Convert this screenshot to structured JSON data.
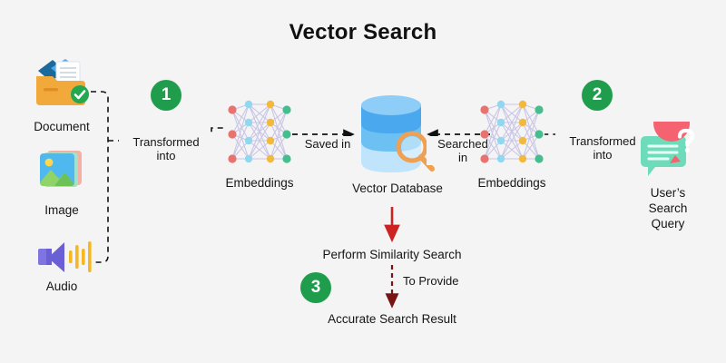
{
  "page": {
    "title": "Vector Search",
    "background_color": "#f4f4f4",
    "accent_green": "#1f9d4d",
    "arrow_red": "#cc2222",
    "arrow_dark_red": "#7a1414"
  },
  "inputs": [
    {
      "id": "document",
      "label": "Document",
      "icon": "document-folder-icon"
    },
    {
      "id": "image",
      "label": "Image",
      "icon": "image-photo-icon"
    },
    {
      "id": "audio",
      "label": "Audio",
      "icon": "audio-speaker-icon"
    }
  ],
  "badges": [
    {
      "id": "step-1",
      "value": "1"
    },
    {
      "id": "step-2",
      "value": "2"
    },
    {
      "id": "step-3",
      "value": "3"
    }
  ],
  "nodes": {
    "embeddings_left": {
      "label": "Embeddings",
      "icon": "neural-network-icon"
    },
    "embeddings_right": {
      "label": "Embeddings",
      "icon": "neural-network-icon"
    },
    "vector_database": {
      "label": "Vector Database",
      "icon": "database-search-icon"
    },
    "user_query": {
      "label": "User’s\nSearch\nQuery",
      "label_lines": [
        "User’s",
        "Search",
        "Query"
      ],
      "icon": "chat-question-icon"
    }
  },
  "connectors": {
    "transformed_left": {
      "label_lines": [
        "Transformed",
        "into"
      ],
      "style": "dashed"
    },
    "saved_in": {
      "label": "Saved in",
      "style": "dashed-arrow-right"
    },
    "searched_in": {
      "label_lines": [
        "Searched",
        "in"
      ],
      "style": "dashed-arrow-left"
    },
    "transformed_right": {
      "label_lines": [
        "Transformed",
        "into"
      ],
      "style": "dashed"
    },
    "to_provide": {
      "label": "To Provide",
      "style": "dashed-arrow-down"
    }
  },
  "results": {
    "similarity_search": "Perform Similarity Search",
    "accurate_result": "Accurate Search Result"
  },
  "network": {
    "input_color": "#e8736e",
    "hidden1_color": "#8fd8ef",
    "hidden2_color": "#f2b93c",
    "output_color": "#45bd8e",
    "edge_color": "#c7c3e6",
    "input_count": 3,
    "hidden1_count": 4,
    "hidden2_count": 4,
    "output_count": 3
  }
}
